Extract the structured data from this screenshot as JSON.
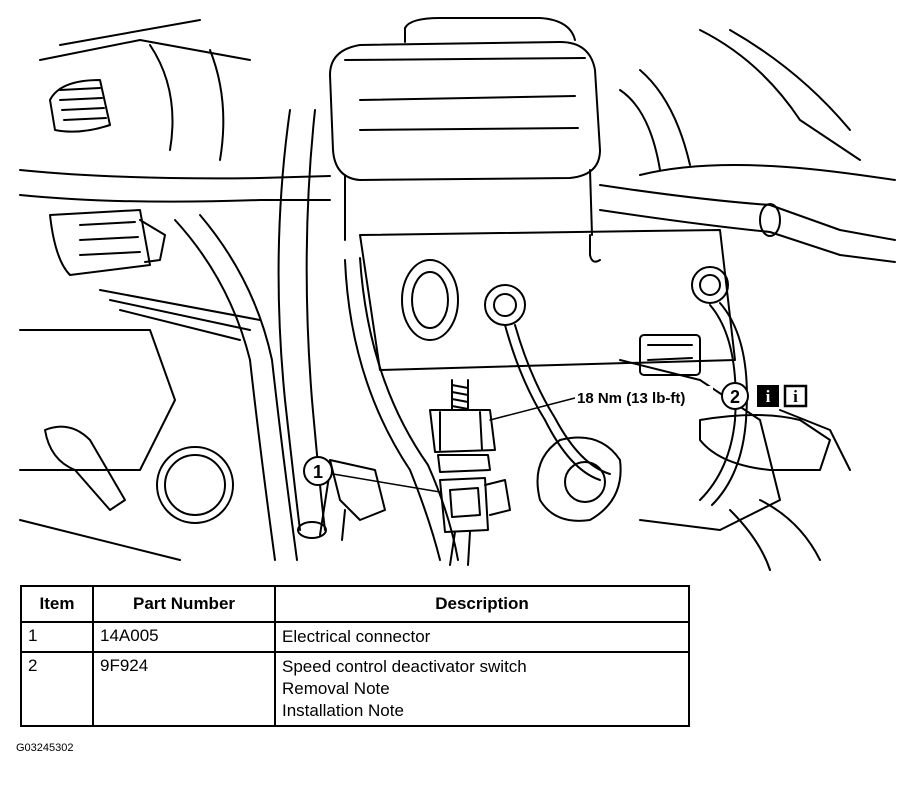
{
  "callouts": [
    {
      "number": "1"
    },
    {
      "number": "2",
      "torque": "18 Nm (13 lb-ft)",
      "info_icons": [
        "i",
        "i"
      ]
    }
  ],
  "table": {
    "headers": [
      "Item",
      "Part Number",
      "Description"
    ],
    "rows": [
      {
        "item": "1",
        "part_number": "14A005",
        "description": [
          "Electrical connector"
        ]
      },
      {
        "item": "2",
        "part_number": "9F924",
        "description": [
          "Speed control deactivator switch",
          "Removal Note",
          "Installation Note"
        ]
      }
    ]
  },
  "figure_id": "G03245302"
}
